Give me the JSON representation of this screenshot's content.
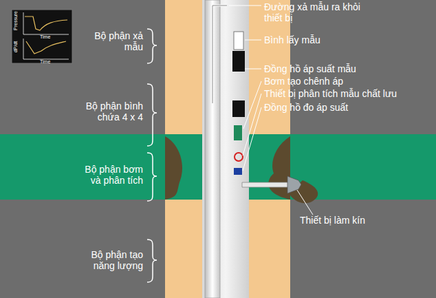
{
  "diagram": {
    "labels": [
      "Pressure",
      "Time",
      "dP/dt",
      "Time",
      "Bộ phận xả mẫu",
      "Bộ phận bình chứa 4 x 4",
      "Bộ phận bơm và phân tích",
      "Bộ phận tạo năng lượng",
      "Đường xả mẫu ra khỏi thiết bị",
      "Bình lấy mẫu",
      "Đồng hồ áp suất mẫu",
      "Bơm tạo chênh áp",
      "Thiết bị phân tích mẫu chất lưu",
      "Đồng hồ đo áp suất",
      "Thiết bị làm kín"
    ]
  }
}
